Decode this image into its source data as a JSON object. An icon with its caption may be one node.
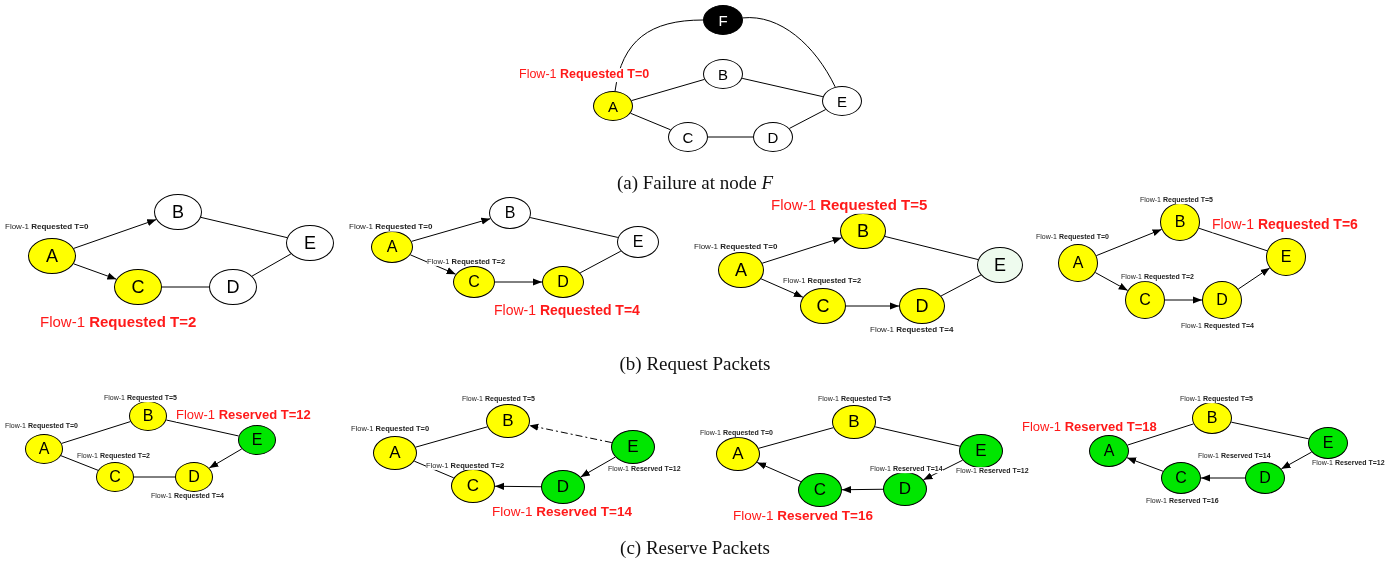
{
  "diagram": {
    "nodes": [
      {
        "text": [
          "F"
        ]
      },
      {
        "text": [
          "B"
        ]
      },
      {
        "text": [
          "E"
        ]
      },
      {
        "text": [
          "A"
        ],
        "beside": [
          "Flow-1 **Requested T=0**"
        ]
      },
      {
        "text": [
          "C"
        ]
      },
      {
        "text": [
          "D"
        ]
      },
      {
        "text": [
          "A"
        ],
        "beside": [
          "Flow-1 **Requested T=0**"
        ]
      },
      {
        "text": [
          "B"
        ]
      },
      {
        "text": [
          "C"
        ],
        "beside": [
          "Flow-1 **Requested T=2**"
        ]
      },
      {
        "text": [
          "D"
        ]
      },
      {
        "text": [
          "E"
        ]
      },
      {
        "text": [
          "A"
        ],
        "beside": [
          "Flow-1 **Requested T=0**"
        ]
      },
      {
        "text": [
          "B"
        ]
      },
      {
        "text": [
          "C"
        ],
        "beside": [
          "Flow-1 **Requested T=2**"
        ]
      },
      {
        "text": [
          "D"
        ],
        "beside": [
          "Flow-1 **Requested T=4**"
        ]
      },
      {
        "text": [
          "E"
        ]
      },
      {
        "text": [
          "A"
        ],
        "beside": [
          "Flow-1 **Requested T=0**"
        ]
      },
      {
        "text": [
          "B"
        ],
        "beside": [
          "Flow-1 **Requested T=5**"
        ]
      },
      {
        "text": [
          "C"
        ],
        "beside": [
          "Flow-1 **Requested T=2**"
        ]
      },
      {
        "text": [
          "D"
        ],
        "beside": [
          "Flow-1 **Requested T=4**"
        ]
      },
      {
        "text": [
          "E"
        ]
      },
      {
        "text": [
          "A"
        ],
        "beside": [
          "Flow-1 **Requested T=0**"
        ]
      },
      {
        "text": [
          "B"
        ],
        "beside": [
          "Flow-1 **Requested T=5**"
        ]
      },
      {
        "text": [
          "C"
        ],
        "beside": [
          "Flow-1 **Requested T=2**"
        ]
      },
      {
        "text": [
          "D"
        ],
        "beside": [
          "Flow-1 **Requested T=4**"
        ]
      },
      {
        "text": [
          "E"
        ],
        "beside": [
          "Flow-1 **Requested T=6**"
        ]
      },
      {
        "text": [
          "A"
        ],
        "beside": [
          "Flow-1 **Requested T=0**"
        ]
      },
      {
        "text": [
          "B"
        ],
        "beside": [
          "Flow-1 **Requested T=5**"
        ]
      },
      {
        "text": [
          "C"
        ],
        "beside": [
          "Flow-1 **Requested T=2**"
        ]
      },
      {
        "text": [
          "D"
        ],
        "beside": [
          "Flow-1 **Requested T=4**"
        ]
      },
      {
        "text": [
          "E"
        ],
        "beside": [
          "Flow-1 **Reserved T=12**"
        ]
      },
      {
        "text": [
          "A"
        ],
        "beside": [
          "Flow-1 **Requested T=0**"
        ]
      },
      {
        "text": [
          "B"
        ],
        "beside": [
          "Flow-1 **Requested T=5**"
        ]
      },
      {
        "text": [
          "C"
        ],
        "beside": [
          "Flow-1 **Requested T=2**"
        ]
      },
      {
        "text": [
          "D"
        ],
        "beside": [
          "Flow-1 **Reserved T=14**"
        ]
      },
      {
        "text": [
          "E"
        ],
        "beside": [
          "Flow-1 **Reserved T=12**"
        ]
      },
      {
        "text": [
          "A"
        ],
        "beside": [
          "Flow-1 **Requested T=0**"
        ]
      },
      {
        "text": [
          "B"
        ],
        "beside": [
          "Flow-1 **Requested T=5**"
        ]
      },
      {
        "text": [
          "C"
        ],
        "beside": [
          "Flow-1 **Reserved T=16**"
        ]
      },
      {
        "text": [
          "D"
        ],
        "beside": [
          "Flow-1 **Reserved T=14**"
        ]
      },
      {
        "text": [
          "E"
        ],
        "beside": [
          "Flow-1 **Reserved T=12**"
        ]
      },
      {
        "text": [
          "A"
        ],
        "beside": [
          "Flow-1 **Reserved T=18**"
        ]
      },
      {
        "text": [
          "B"
        ],
        "beside": [
          "Flow-1 **Requested T=5**"
        ]
      },
      {
        "text": [
          "C"
        ],
        "beside": [
          "Flow-1 **Reserved T=16**"
        ]
      },
      {
        "text": [
          "D"
        ],
        "beside": [
          "Flow-1 **Reserved T=14**"
        ]
      },
      {
        "text": [
          "E"
        ],
        "beside": [
          "Flow-1 **Reserved T=12**"
        ]
      }
    ],
    "edges": [
      {
        "from": 3,
        "to": 0,
        "arrow": "none"
      },
      {
        "from": 0,
        "to": 2,
        "arrow": "none"
      },
      {
        "from": 3,
        "to": 1,
        "arrow": "none"
      },
      {
        "from": 1,
        "to": 2,
        "arrow": "none"
      },
      {
        "from": 3,
        "to": 4,
        "arrow": "none"
      },
      {
        "from": 4,
        "to": 5,
        "arrow": "none"
      },
      {
        "from": 5,
        "to": 2,
        "arrow": "none"
      },
      {
        "from": 6,
        "to": 7,
        "arrow": "to"
      },
      {
        "from": 6,
        "to": 8,
        "arrow": "to"
      },
      {
        "from": 7,
        "to": 10,
        "arrow": "none"
      },
      {
        "from": 8,
        "to": 9,
        "arrow": "none"
      },
      {
        "from": 9,
        "to": 10,
        "arrow": "none"
      },
      {
        "from": 11,
        "to": 12,
        "arrow": "to"
      },
      {
        "from": 11,
        "to": 13,
        "arrow": "to"
      },
      {
        "from": 13,
        "to": 14,
        "arrow": "to"
      },
      {
        "from": 12,
        "to": 15,
        "arrow": "none"
      },
      {
        "from": 14,
        "to": 15,
        "arrow": "none"
      },
      {
        "from": 16,
        "to": 17,
        "arrow": "to"
      },
      {
        "from": 16,
        "to": 18,
        "arrow": "to"
      },
      {
        "from": 18,
        "to": 19,
        "arrow": "to"
      },
      {
        "from": 17,
        "to": 20,
        "arrow": "none"
      },
      {
        "from": 19,
        "to": 20,
        "arrow": "none"
      },
      {
        "from": 21,
        "to": 22,
        "arrow": "to"
      },
      {
        "from": 21,
        "to": 23,
        "arrow": "to"
      },
      {
        "from": 23,
        "to": 24,
        "arrow": "to"
      },
      {
        "from": 22,
        "to": 25,
        "arrow": "none"
      },
      {
        "from": 24,
        "to": 25,
        "arrow": "to"
      },
      {
        "from": 26,
        "to": 27,
        "arrow": "none"
      },
      {
        "from": 26,
        "to": 28,
        "arrow": "none"
      },
      {
        "from": 27,
        "to": 30,
        "arrow": "none"
      },
      {
        "from": 28,
        "to": 29,
        "arrow": "none"
      },
      {
        "from": 30,
        "to": 29,
        "arrow": "to"
      },
      {
        "from": 31,
        "to": 32,
        "arrow": "none"
      },
      {
        "from": 31,
        "to": 33,
        "arrow": "none"
      },
      {
        "from": 35,
        "to": 32,
        "arrow": "to",
        "style": "dashed"
      },
      {
        "from": 35,
        "to": 34,
        "arrow": "to"
      },
      {
        "from": 34,
        "to": 33,
        "arrow": "to"
      },
      {
        "from": 36,
        "to": 37,
        "arrow": "none"
      },
      {
        "from": 37,
        "to": 40,
        "arrow": "none"
      },
      {
        "from": 40,
        "to": 39,
        "arrow": "to"
      },
      {
        "from": 39,
        "to": 38,
        "arrow": "to"
      },
      {
        "from": 38,
        "to": 36,
        "arrow": "to"
      },
      {
        "from": 41,
        "to": 42,
        "arrow": "none"
      },
      {
        "from": 42,
        "to": 45,
        "arrow": "none"
      },
      {
        "from": 45,
        "to": 44,
        "arrow": "to"
      },
      {
        "from": 44,
        "to": 43,
        "arrow": "to"
      },
      {
        "from": 43,
        "to": 41,
        "arrow": "to"
      }
    ],
    "labels": [
      "(a) Failure at node *F*",
      "(b) Request Packets",
      "(c) Reserve Packets"
    ]
  }
}
